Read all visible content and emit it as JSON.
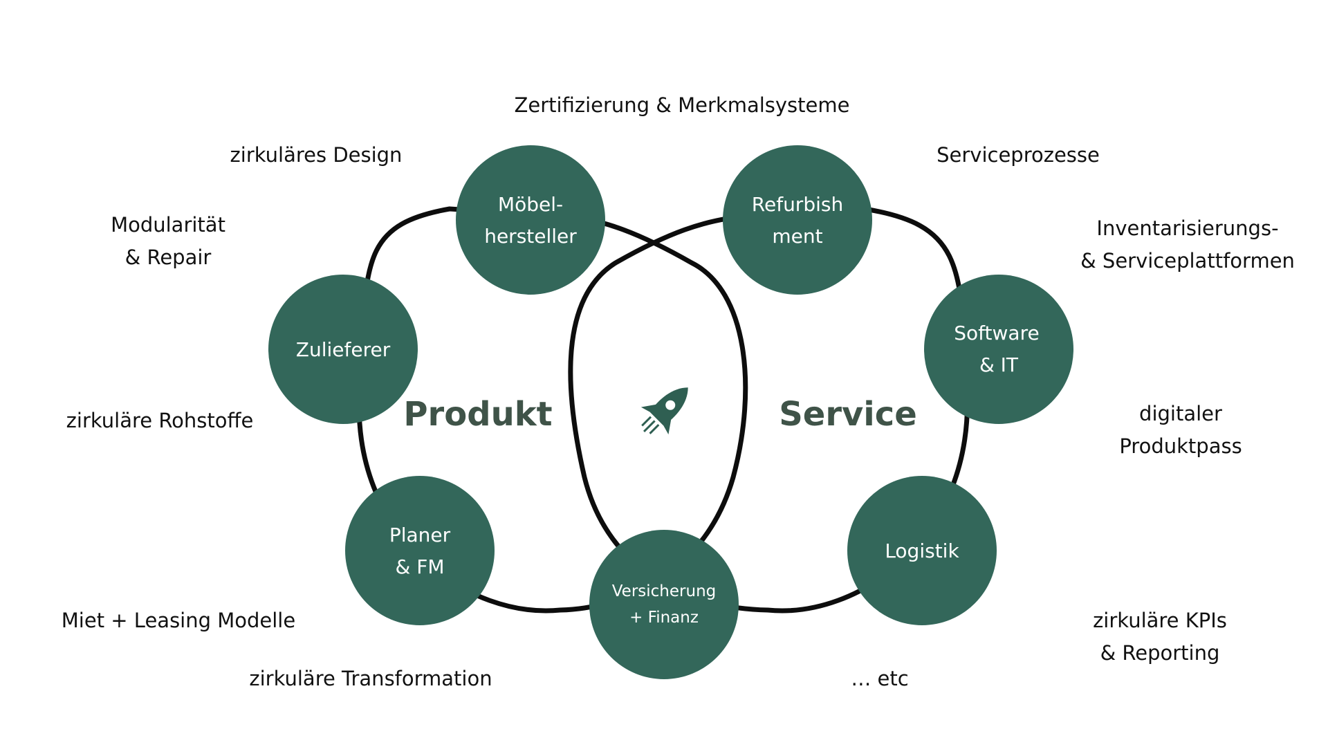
{
  "colors": {
    "node_fill": "#33675a",
    "node_text": "#ffffff",
    "ring_stroke": "#0d0d0d",
    "label_color": "#3f5348"
  },
  "center_icon": "rocket-icon",
  "labels": {
    "produkt": "Produkt",
    "service": "Service"
  },
  "nodes": {
    "moebel": {
      "line1": "Möbel-",
      "line2": "hersteller"
    },
    "zulieferer": {
      "line1": "Zulieferer"
    },
    "planer": {
      "line1": "Planer",
      "line2": "& FM"
    },
    "versicherung": {
      "line1": "Versicherung",
      "line2": "+ Finanz"
    },
    "refurbish": {
      "line1": "Refurbish",
      "line2": "ment"
    },
    "software": {
      "line1": "Software",
      "line2": "& IT"
    },
    "logistik": {
      "line1": "Logistik"
    }
  },
  "outer_labels": {
    "zertifizierung": {
      "line1": "Zertifizierung & Merkmalsysteme"
    },
    "zirk_design": {
      "line1": "zirkuläres Design"
    },
    "serviceprozesse": {
      "line1": "Serviceprozesse"
    },
    "modularitaet": {
      "line1": "Modularität",
      "line2": "& Repair"
    },
    "inventar": {
      "line1": "Inventarisierungs-",
      "line2": "& Serviceplattformen"
    },
    "rohstoffe": {
      "line1": "zirkuläre Rohstoffe"
    },
    "digital": {
      "line1": "digitaler",
      "line2": "Produktpass"
    },
    "miet": {
      "line1": "Miet + Leasing Modelle"
    },
    "kpis": {
      "line1": "zirkuläre KPIs",
      "line2": "& Reporting"
    },
    "transformation": {
      "line1": "zirkuläre Transformation"
    },
    "etc": {
      "line1": "… etc"
    }
  }
}
